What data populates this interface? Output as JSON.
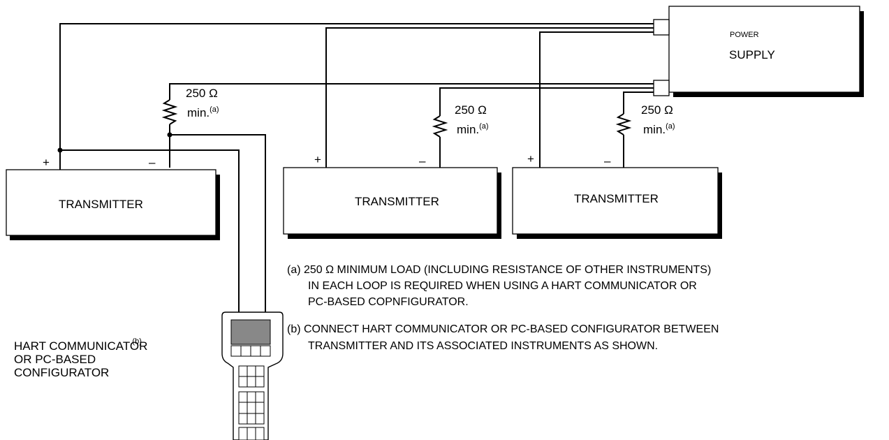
{
  "power_supply": {
    "line1": "POWER",
    "line2": "SUPPLY"
  },
  "transmitters": [
    {
      "label": "TRANSMITTER",
      "plus": "+",
      "minus": "–"
    },
    {
      "label": "TRANSMITTER",
      "plus": "+",
      "minus": "–"
    },
    {
      "label": "TRANSMITTER",
      "plus": "+",
      "minus": "–"
    }
  ],
  "resistors": [
    {
      "value": "250 Ω",
      "min": "min.",
      "note_ref": "(a)"
    },
    {
      "value": "250 Ω",
      "min": "min.",
      "note_ref": "(a)"
    },
    {
      "value": "250 Ω",
      "min": "min.",
      "note_ref": "(a)"
    }
  ],
  "communicator": {
    "line1": "HART COMMUNICATOR",
    "note_ref": "(b)",
    "line2": "OR PC-BASED",
    "line3": "CONFIGURATOR"
  },
  "notes": [
    {
      "line1": "(a) 250 Ω MINIMUM LOAD (INCLUDING RESISTANCE OF OTHER INSTRUMENTS)",
      "line2": "IN EACH LOOP IS REQUIRED WHEN USING A HART COMMUNICATOR OR",
      "line3": "PC-BASED COPNFIGURATOR."
    },
    {
      "line1": "(b) CONNECT HART COMMUNICATOR OR PC-BASED CONFIGURATOR BETWEEN",
      "line2": "TRANSMITTER AND ITS ASSOCIATED INSTRUMENTS AS SHOWN."
    }
  ]
}
